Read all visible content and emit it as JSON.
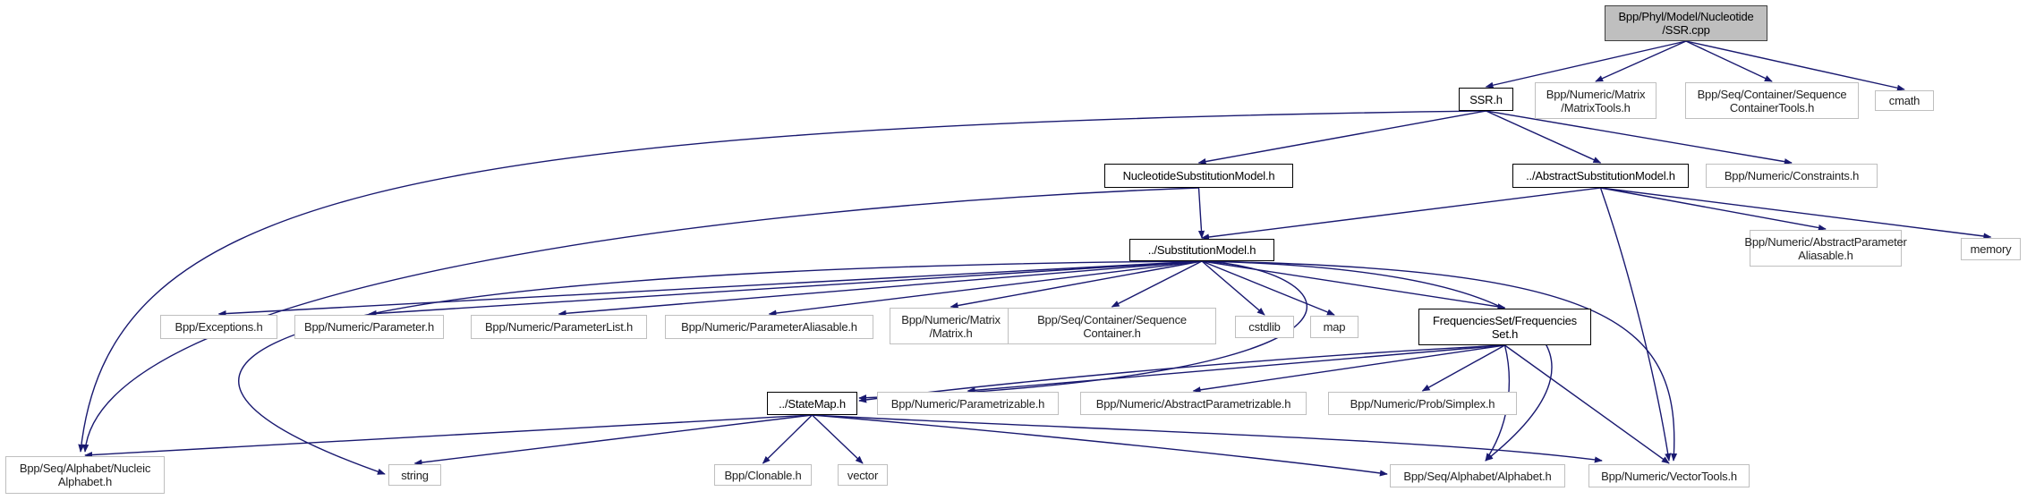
{
  "diagram": {
    "type": "include-dependency-graph",
    "edge_color": "#191970",
    "root_fill": "#bfbfbf",
    "nodes": [
      {
        "id": "root",
        "label": "Bpp/Phyl/Model/Nucleotide\n/SSR.cpp",
        "kind": "root"
      },
      {
        "id": "ssr_h",
        "label": "SSR.h",
        "kind": "local"
      },
      {
        "id": "matrixtools",
        "label": "Bpp/Numeric/Matrix\n/MatrixTools.h",
        "kind": "external"
      },
      {
        "id": "seqcontainertools",
        "label": "Bpp/Seq/Container/Sequence\nContainerTools.h",
        "kind": "external"
      },
      {
        "id": "cmath",
        "label": "cmath",
        "kind": "external"
      },
      {
        "id": "nucsubmodel",
        "label": "NucleotideSubstitutionModel.h",
        "kind": "local"
      },
      {
        "id": "abssubmodel",
        "label": "../AbstractSubstitutionModel.h",
        "kind": "local"
      },
      {
        "id": "constraints",
        "label": "Bpp/Numeric/Constraints.h",
        "kind": "external"
      },
      {
        "id": "submodel",
        "label": "../SubstitutionModel.h",
        "kind": "local"
      },
      {
        "id": "absparamaliasable",
        "label": "Bpp/Numeric/AbstractParameter\nAliasable.h",
        "kind": "external"
      },
      {
        "id": "memory",
        "label": "memory",
        "kind": "external"
      },
      {
        "id": "exceptions",
        "label": "Bpp/Exceptions.h",
        "kind": "external"
      },
      {
        "id": "parameter",
        "label": "Bpp/Numeric/Parameter.h",
        "kind": "external"
      },
      {
        "id": "parameterlist",
        "label": "Bpp/Numeric/ParameterList.h",
        "kind": "external"
      },
      {
        "id": "paramaliasable",
        "label": "Bpp/Numeric/ParameterAliasable.h",
        "kind": "external"
      },
      {
        "id": "matrix",
        "label": "Bpp/Numeric/Matrix\n/Matrix.h",
        "kind": "external"
      },
      {
        "id": "seqcontainer",
        "label": "Bpp/Seq/Container/Sequence\nContainer.h",
        "kind": "external"
      },
      {
        "id": "cstdlib",
        "label": "cstdlib",
        "kind": "external"
      },
      {
        "id": "map",
        "label": "map",
        "kind": "external"
      },
      {
        "id": "freqset",
        "label": "FrequenciesSet/Frequencies\nSet.h",
        "kind": "local"
      },
      {
        "id": "statemap",
        "label": "../StateMap.h",
        "kind": "local"
      },
      {
        "id": "parametrizable",
        "label": "Bpp/Numeric/Parametrizable.h",
        "kind": "external"
      },
      {
        "id": "absparametrizable",
        "label": "Bpp/Numeric/AbstractParametrizable.h",
        "kind": "external"
      },
      {
        "id": "simplex",
        "label": "Bpp/Numeric/Prob/Simplex.h",
        "kind": "external"
      },
      {
        "id": "nucalphabet",
        "label": "Bpp/Seq/Alphabet/Nucleic\nAlphabet.h",
        "kind": "external"
      },
      {
        "id": "string",
        "label": "string",
        "kind": "external"
      },
      {
        "id": "clonable",
        "label": "Bpp/Clonable.h",
        "kind": "external"
      },
      {
        "id": "vector",
        "label": "vector",
        "kind": "external"
      },
      {
        "id": "alphabet",
        "label": "Bpp/Seq/Alphabet/Alphabet.h",
        "kind": "external"
      },
      {
        "id": "vectortools",
        "label": "Bpp/Numeric/VectorTools.h",
        "kind": "external"
      }
    ],
    "edges": [
      [
        "root",
        "ssr_h"
      ],
      [
        "root",
        "matrixtools"
      ],
      [
        "root",
        "seqcontainertools"
      ],
      [
        "root",
        "cmath"
      ],
      [
        "ssr_h",
        "nucsubmodel"
      ],
      [
        "ssr_h",
        "abssubmodel"
      ],
      [
        "ssr_h",
        "constraints"
      ],
      [
        "ssr_h",
        "nucalphabet"
      ],
      [
        "nucsubmodel",
        "submodel"
      ],
      [
        "nucsubmodel",
        "nucalphabet"
      ],
      [
        "abssubmodel",
        "submodel"
      ],
      [
        "abssubmodel",
        "absparamaliasable"
      ],
      [
        "abssubmodel",
        "memory"
      ],
      [
        "abssubmodel",
        "vectortools"
      ],
      [
        "submodel",
        "exceptions"
      ],
      [
        "submodel",
        "parameter"
      ],
      [
        "submodel",
        "parameterlist"
      ],
      [
        "submodel",
        "paramaliasable"
      ],
      [
        "submodel",
        "matrix"
      ],
      [
        "submodel",
        "seqcontainer"
      ],
      [
        "submodel",
        "cstdlib"
      ],
      [
        "submodel",
        "map"
      ],
      [
        "submodel",
        "freqset"
      ],
      [
        "submodel",
        "statemap"
      ],
      [
        "submodel",
        "string"
      ],
      [
        "submodel",
        "alphabet"
      ],
      [
        "submodel",
        "vectortools"
      ],
      [
        "freqset",
        "statemap"
      ],
      [
        "freqset",
        "parametrizable"
      ],
      [
        "freqset",
        "absparametrizable"
      ],
      [
        "freqset",
        "simplex"
      ],
      [
        "freqset",
        "alphabet"
      ],
      [
        "freqset",
        "vectortools"
      ],
      [
        "statemap",
        "nucalphabet"
      ],
      [
        "statemap",
        "string"
      ],
      [
        "statemap",
        "clonable"
      ],
      [
        "statemap",
        "vector"
      ],
      [
        "statemap",
        "alphabet"
      ],
      [
        "statemap",
        "vectortools"
      ]
    ]
  }
}
